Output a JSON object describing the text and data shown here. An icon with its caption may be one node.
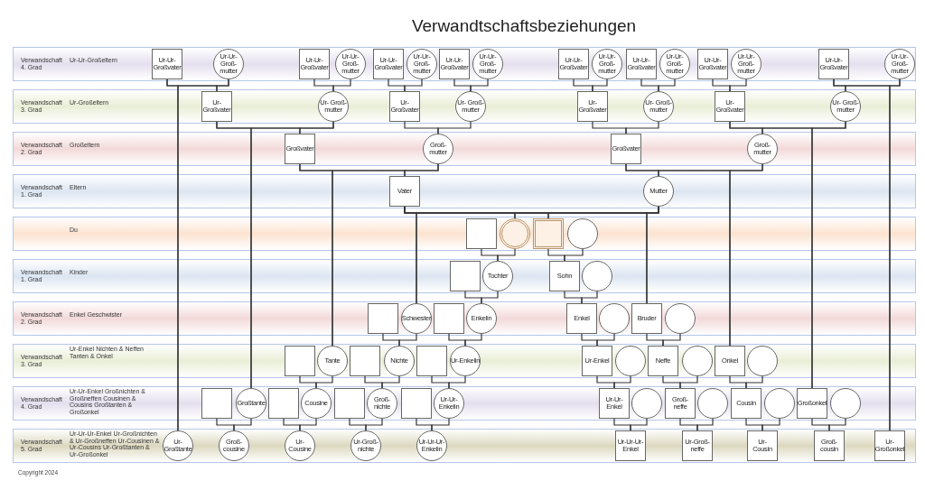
{
  "diagram": {
    "title": "Verwandtschaftsbeziehungen",
    "nodes": [
      {
        "text": [
          "Verwandschaft 4. Grad",
          "Ur-Ur-Großeltern"
        ]
      },
      {
        "text": [
          "Ur-Ur- Großvater"
        ],
        "in": 0
      },
      {
        "text": [
          "Ur-Ur- Groß- mutter"
        ],
        "in": 0
      },
      {
        "text": [
          "Ur-Ur- Großvater"
        ],
        "in": 0
      },
      {
        "text": [
          "Ur-Ur- Groß- mutter"
        ],
        "in": 0
      },
      {
        "text": [
          "Ur-Ur- Großvater"
        ],
        "in": 0
      },
      {
        "text": [
          "Ur-Ur- Groß- mutter"
        ],
        "in": 0
      },
      {
        "text": [
          "Ur-Ur- Großvater"
        ],
        "in": 0
      },
      {
        "text": [
          "Ur-Ur- Groß- mutter"
        ],
        "in": 0
      },
      {
        "text": [
          "Ur-Ur- Großvater"
        ],
        "in": 0
      },
      {
        "text": [
          "Ur-Ur- Groß- mutter"
        ],
        "in": 0
      },
      {
        "text": [
          "Ur-Ur- Großvater"
        ],
        "in": 0
      },
      {
        "text": [
          "Ur-Ur- Groß- mutter"
        ],
        "in": 0
      },
      {
        "text": [
          "Ur-Ur- Großvater"
        ],
        "in": 0
      },
      {
        "text": [
          "Ur-Ur- Groß- mutter"
        ],
        "in": 0
      },
      {
        "text": [
          "Ur-Ur- Großvater"
        ],
        "in": 0
      },
      {
        "text": [
          "Ur-Ur- Groß- mutter"
        ],
        "in": 0
      },
      {
        "text": [
          "Verwandschaft 3. Grad",
          "Ur-Großeltern"
        ]
      },
      {
        "text": [
          "Ur- Großvater"
        ],
        "in": 17
      },
      {
        "text": [
          "Ur- Groß- mutter"
        ],
        "in": 17
      },
      {
        "text": [
          "Ur- Großvater"
        ],
        "in": 17
      },
      {
        "text": [
          "Ur- Groß- mutter"
        ],
        "in": 17
      },
      {
        "text": [
          "Ur- Großvater"
        ],
        "in": 17
      },
      {
        "text": [
          "Ur- Groß- mutter"
        ],
        "in": 17
      },
      {
        "text": [
          "Ur- Großvater"
        ],
        "in": 17
      },
      {
        "text": [
          "Ur- Groß- mutter"
        ],
        "in": 17
      },
      {
        "text": [
          "Verwandschaft 2. Grad",
          "Großeltern"
        ]
      },
      {
        "text": [
          "Großvater"
        ],
        "in": 26
      },
      {
        "text": [
          "Groß- mutter"
        ],
        "in": 26
      },
      {
        "text": [
          "Großvater"
        ],
        "in": 26
      },
      {
        "text": [
          "Groß- mutter"
        ],
        "in": 26
      },
      {
        "text": [
          "Verwandschaft 1. Grad",
          "Eltern"
        ]
      },
      {
        "text": [
          "Vater"
        ],
        "in": 31
      },
      {
        "text": [
          "Mutter"
        ],
        "in": 31
      },
      {
        "text": [
          "Du"
        ]
      },
      {
        "text": [],
        "shape": "box",
        "in": 34
      },
      {
        "text": [],
        "shape": "circle",
        "in": 34
      },
      {
        "text": [],
        "shape": "box",
        "in": 34
      },
      {
        "text": [],
        "shape": "circle",
        "in": 34
      },
      {
        "text": [
          "Verwandschaft 1. Grad",
          "Kinder"
        ]
      },
      {
        "text": [],
        "shape": "box",
        "in": 39
      },
      {
        "text": [
          "Tochter"
        ],
        "in": 39
      },
      {
        "text": [
          "Sohn"
        ],
        "in": 39
      },
      {
        "text": [],
        "shape": "circle",
        "in": 39
      },
      {
        "text": [
          "Verwandschaft 2. Grad",
          "Enkel Geschwister"
        ]
      },
      {
        "text": [],
        "shape": "box",
        "in": 44
      },
      {
        "text": [
          "Schwester"
        ],
        "in": 44
      },
      {
        "text": [],
        "shape": "box",
        "in": 44
      },
      {
        "text": [
          "Enkelin"
        ],
        "in": 44
      },
      {
        "text": [
          "Enkel"
        ],
        "in": 44
      },
      {
        "text": [],
        "shape": "circle",
        "in": 44
      },
      {
        "text": [
          "Bruder"
        ],
        "in": 44
      },
      {
        "text": [],
        "shape": "circle",
        "in": 44
      },
      {
        "text": [
          "Verwandschaft 3. Grad",
          "Ur-Enkel Nichten & Neffen Tanten & Onkel"
        ]
      },
      {
        "text": [],
        "shape": "box",
        "in": 53
      },
      {
        "text": [
          "Tante"
        ],
        "in": 53
      },
      {
        "text": [],
        "shape": "box",
        "in": 53
      },
      {
        "text": [
          "Nichte"
        ],
        "in": 53
      },
      {
        "text": [],
        "shape": "box",
        "in": 53
      },
      {
        "text": [
          "Ur-Enkelin"
        ],
        "in": 53
      },
      {
        "text": [
          "Ur-Enkel"
        ],
        "in": 53
      },
      {
        "text": [],
        "shape": "circle",
        "in": 53
      },
      {
        "text": [
          "Neffe"
        ],
        "in": 53
      },
      {
        "text": [],
        "shape": "circle",
        "in": 53
      },
      {
        "text": [
          "Onkel"
        ],
        "in": 53
      },
      {
        "text": [],
        "shape": "circle",
        "in": 53
      },
      {
        "text": [
          "Verwandschaft 4. Grad",
          "Ur-Ur-Enkel Großnichten & Großneffen Cousinen & Cousins Großtanten & Großonkel"
        ]
      },
      {
        "text": [],
        "shape": "box",
        "in": 66
      },
      {
        "text": [
          "Großtante"
        ],
        "in": 66
      },
      {
        "text": [],
        "shape": "box",
        "in": 66
      },
      {
        "text": [
          "Cousine"
        ],
        "in": 66
      },
      {
        "text": [],
        "shape": "box",
        "in": 66
      },
      {
        "text": [
          "Groß- nichte"
        ],
        "in": 66
      },
      {
        "text": [],
        "shape": "box",
        "in": 66
      },
      {
        "text": [
          "Ur-Ur- Enkelin"
        ],
        "in": 66
      },
      {
        "text": [
          "Ur-Ur- Enkel"
        ],
        "in": 66
      },
      {
        "text": [],
        "shape": "circle",
        "in": 66
      },
      {
        "text": [
          "Groß- neffe"
        ],
        "in": 66
      },
      {
        "text": [],
        "shape": "circle",
        "in": 66
      },
      {
        "text": [
          "Cousin"
        ],
        "in": 66
      },
      {
        "text": [],
        "shape": "circle",
        "in": 66
      },
      {
        "text": [
          "Großonkel"
        ],
        "in": 66
      },
      {
        "text": [],
        "shape": "circle",
        "in": 66
      },
      {
        "text": [
          "Verwandschaft 5. Grad",
          "Ur-Ur-Ur-Enkel Ur-Großnichten & Ur-Großneffen Ur-Cousinen & Ur-Cousins Ur-Großtanten & Ur-Großonkel"
        ]
      },
      {
        "text": [
          "Ur- Großtante"
        ],
        "in": 83
      },
      {
        "text": [
          "Groß- cousine"
        ],
        "in": 83
      },
      {
        "text": [
          "Ur- Cousine"
        ],
        "in": 83
      },
      {
        "text": [
          "Ur-Groß- nichte"
        ],
        "in": 83
      },
      {
        "text": [
          "Ur-Ur-Ur- Enkelin"
        ],
        "in": 83
      },
      {
        "text": [
          "Ur-Ur-Ur- Enkel"
        ],
        "in": 83
      },
      {
        "text": [
          "Ur-Groß- neffe"
        ],
        "in": 83
      },
      {
        "text": [
          "Ur- Cousin"
        ],
        "in": 83
      },
      {
        "text": [
          "Groß- cousin"
        ],
        "in": 83
      },
      {
        "text": [
          "Ur- Großonkel"
        ],
        "in": 83
      }
    ],
    "edges": [
      {
        "from": 1,
        "to": 84,
        "arrow": "none"
      },
      {
        "from": 2,
        "to": 84,
        "arrow": "none"
      },
      {
        "from": 1,
        "to": 18,
        "arrow": "none"
      },
      {
        "from": 2,
        "to": 18,
        "arrow": "none"
      },
      {
        "from": 3,
        "to": 19,
        "arrow": "none"
      },
      {
        "from": 4,
        "to": 19,
        "arrow": "none"
      },
      {
        "from": 5,
        "to": 20,
        "arrow": "none"
      },
      {
        "from": 6,
        "to": 20,
        "arrow": "none"
      },
      {
        "from": 7,
        "to": 21,
        "arrow": "none"
      },
      {
        "from": 8,
        "to": 21,
        "arrow": "none"
      },
      {
        "from": 9,
        "to": 22,
        "arrow": "none"
      },
      {
        "from": 10,
        "to": 22,
        "arrow": "none"
      },
      {
        "from": 11,
        "to": 23,
        "arrow": "none"
      },
      {
        "from": 12,
        "to": 23,
        "arrow": "none"
      },
      {
        "from": 13,
        "to": 24,
        "arrow": "none"
      },
      {
        "from": 14,
        "to": 24,
        "arrow": "none"
      },
      {
        "from": 15,
        "to": 25,
        "arrow": "none"
      },
      {
        "from": 16,
        "to": 25,
        "arrow": "none"
      },
      {
        "from": 15,
        "to": 93,
        "arrow": "none"
      },
      {
        "from": 16,
        "to": 93,
        "arrow": "none"
      },
      {
        "from": 18,
        "to": 68,
        "arrow": "none"
      },
      {
        "from": 19,
        "to": 68,
        "arrow": "none"
      },
      {
        "from": 18,
        "to": 27,
        "arrow": "none"
      },
      {
        "from": 19,
        "to": 27,
        "arrow": "none"
      },
      {
        "from": 20,
        "to": 28,
        "arrow": "none"
      },
      {
        "from": 21,
        "to": 28,
        "arrow": "none"
      },
      {
        "from": 22,
        "to": 29,
        "arrow": "none"
      },
      {
        "from": 23,
        "to": 29,
        "arrow": "none"
      },
      {
        "from": 24,
        "to": 30,
        "arrow": "none"
      },
      {
        "from": 25,
        "to": 30,
        "arrow": "none"
      },
      {
        "from": 24,
        "to": 81,
        "arrow": "none"
      },
      {
        "from": 25,
        "to": 81,
        "arrow": "none"
      },
      {
        "from": 27,
        "to": 55,
        "arrow": "none"
      },
      {
        "from": 28,
        "to": 55,
        "arrow": "none"
      },
      {
        "from": 27,
        "to": 32,
        "arrow": "none"
      },
      {
        "from": 28,
        "to": 32,
        "arrow": "none"
      },
      {
        "from": 29,
        "to": 33,
        "arrow": "none"
      },
      {
        "from": 30,
        "to": 33,
        "arrow": "none"
      },
      {
        "from": 29,
        "to": 64,
        "arrow": "none"
      },
      {
        "from": 30,
        "to": 64,
        "arrow": "none"
      },
      {
        "from": 32,
        "to": 46,
        "arrow": "none"
      },
      {
        "from": 33,
        "to": 46,
        "arrow": "none"
      },
      {
        "from": 32,
        "to": 36,
        "arrow": "none"
      },
      {
        "from": 33,
        "to": 36,
        "arrow": "none"
      },
      {
        "from": 32,
        "to": 37,
        "arrow": "none"
      },
      {
        "from": 33,
        "to": 37,
        "arrow": "none"
      },
      {
        "from": 32,
        "to": 51,
        "arrow": "none"
      },
      {
        "from": 33,
        "to": 51,
        "arrow": "none"
      },
      {
        "from": 35,
        "to": 41,
        "arrow": "none"
      },
      {
        "from": 36,
        "to": 41,
        "arrow": "none"
      },
      {
        "from": 37,
        "to": 42,
        "arrow": "none"
      },
      {
        "from": 38,
        "to": 42,
        "arrow": "none"
      },
      {
        "from": 40,
        "to": 48,
        "arrow": "none"
      },
      {
        "from": 41,
        "to": 48,
        "arrow": "none"
      },
      {
        "from": 42,
        "to": 49,
        "arrow": "none"
      },
      {
        "from": 43,
        "to": 49,
        "arrow": "none"
      },
      {
        "from": 45,
        "to": 57,
        "arrow": "none"
      },
      {
        "from": 46,
        "to": 57,
        "arrow": "none"
      },
      {
        "from": 47,
        "to": 59,
        "arrow": "none"
      },
      {
        "from": 48,
        "to": 59,
        "arrow": "none"
      },
      {
        "from": 49,
        "to": 60,
        "arrow": "none"
      },
      {
        "from": 50,
        "to": 60,
        "arrow": "none"
      },
      {
        "from": 51,
        "to": 62,
        "arrow": "none"
      },
      {
        "from": 52,
        "to": 62,
        "arrow": "none"
      },
      {
        "from": 54,
        "to": 70,
        "arrow": "none"
      },
      {
        "from": 55,
        "to": 70,
        "arrow": "none"
      },
      {
        "from": 56,
        "to": 72,
        "arrow": "none"
      },
      {
        "from": 57,
        "to": 72,
        "arrow": "none"
      },
      {
        "from": 58,
        "to": 74,
        "arrow": "none"
      },
      {
        "from": 59,
        "to": 74,
        "arrow": "none"
      },
      {
        "from": 60,
        "to": 75,
        "arrow": "none"
      },
      {
        "from": 61,
        "to": 75,
        "arrow": "none"
      },
      {
        "from": 62,
        "to": 77,
        "arrow": "none"
      },
      {
        "from": 63,
        "to": 77,
        "arrow": "none"
      },
      {
        "from": 64,
        "to": 79,
        "arrow": "none"
      },
      {
        "from": 65,
        "to": 79,
        "arrow": "none"
      },
      {
        "from": 67,
        "to": 85,
        "arrow": "none"
      },
      {
        "from": 68,
        "to": 85,
        "arrow": "none"
      },
      {
        "from": 69,
        "to": 86,
        "arrow": "none"
      },
      {
        "from": 70,
        "to": 86,
        "arrow": "none"
      },
      {
        "from": 71,
        "to": 87,
        "arrow": "none"
      },
      {
        "from": 72,
        "to": 87,
        "arrow": "none"
      },
      {
        "from": 73,
        "to": 88,
        "arrow": "none"
      },
      {
        "from": 74,
        "to": 88,
        "arrow": "none"
      },
      {
        "from": 75,
        "to": 89,
        "arrow": "none"
      },
      {
        "from": 76,
        "to": 89,
        "arrow": "none"
      },
      {
        "from": 77,
        "to": 90,
        "arrow": "none"
      },
      {
        "from": 78,
        "to": 90,
        "arrow": "none"
      },
      {
        "from": 79,
        "to": 91,
        "arrow": "none"
      },
      {
        "from": 80,
        "to": 91,
        "arrow": "none"
      },
      {
        "from": 81,
        "to": 92,
        "arrow": "none"
      },
      {
        "from": 82,
        "to": 92,
        "arrow": "none"
      }
    ],
    "labels": [
      "Copyright 2024"
    ]
  }
}
